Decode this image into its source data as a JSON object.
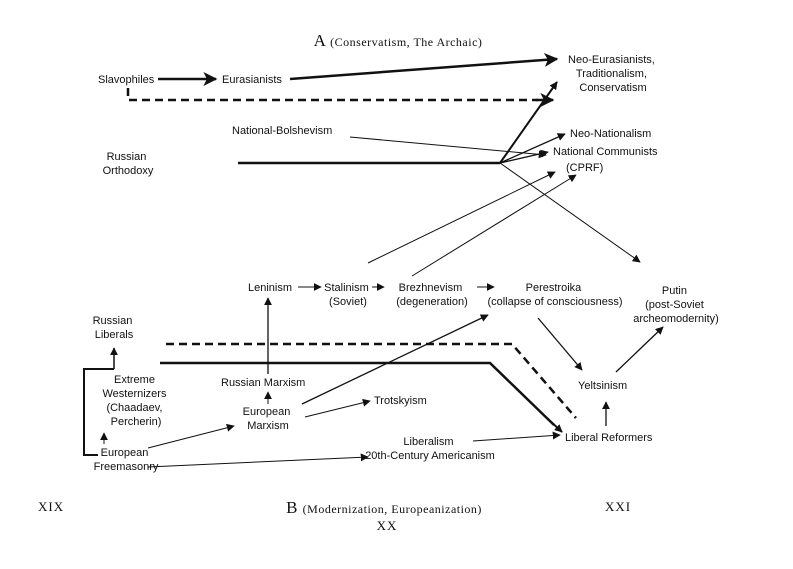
{
  "title_top": {
    "letter": "A",
    "rest": "(Conservatism, The Archaic)"
  },
  "title_bottom": {
    "letter": "B",
    "rest": "(Modernization, Europeanization)"
  },
  "centuries": {
    "c19": "XIX",
    "c20": "XX",
    "c21": "XXI"
  },
  "nodes": {
    "slavophiles": "Slavophiles",
    "eurasianists": "Eurasianists",
    "neo_eurasianists": [
      "Neo-Eurasianists,",
      "Traditionalism,",
      "Conservatism"
    ],
    "national_bolshevism": "National-Bolshevism",
    "neo_nationalism": "Neo-Nationalism",
    "national_communists": "National Communists",
    "cprf": "(CPRF)",
    "russian_orthodoxy": [
      "Russian",
      "Orthodoxy"
    ],
    "leninism": "Leninism",
    "stalinism": [
      "Stalinism",
      "(Soviet)"
    ],
    "brezhnevism": [
      "Brezhnevism",
      "(degeneration)"
    ],
    "perestroika": [
      "Perestroika",
      "(collapse of consciousness)"
    ],
    "putin": [
      "Putin",
      "(post-Soviet",
      "archeomodernity)"
    ],
    "russian_liberals": [
      "Russian",
      "Liberals"
    ],
    "russian_marxism": "Russian Marxism",
    "extreme_westernizers": [
      "Extreme",
      "Westernizers",
      "(Chaadaev,",
      "Percherin)"
    ],
    "european_marxism": [
      "European",
      "Marxism"
    ],
    "trotskyism": "Trotskyism",
    "yeltsinism": "Yeltsinism",
    "european_freemasonry": [
      "European",
      "Freemasonry"
    ],
    "liberalism": [
      "Liberalism",
      "20th-Century Americanism"
    ],
    "liberal_reformers": "Liberal Reformers"
  },
  "colors": {
    "ink": "#111111",
    "background": "#ffffff"
  }
}
